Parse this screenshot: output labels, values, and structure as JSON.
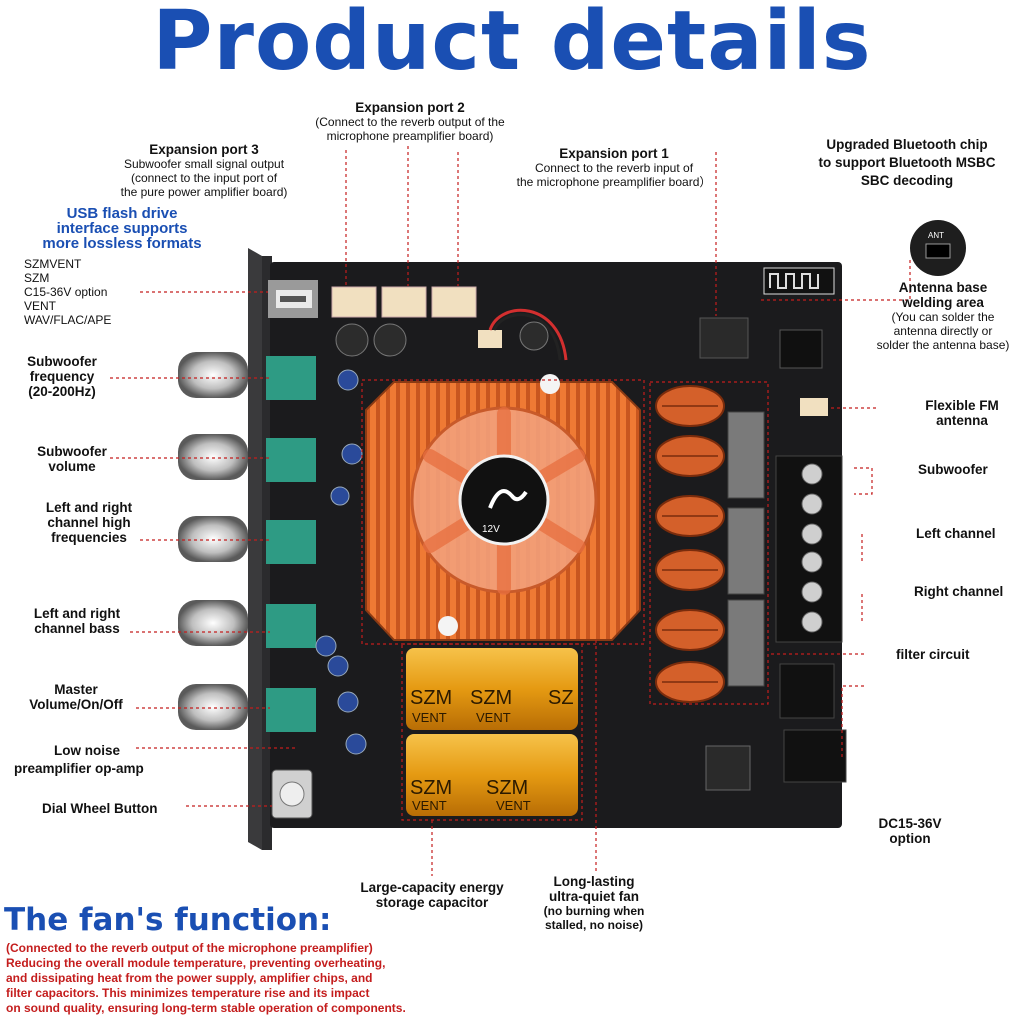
{
  "title": "Product details",
  "labels": {
    "exp2_title": "Expansion port 2",
    "exp2_desc1": "(Connect to the reverb output of the",
    "exp2_desc2": "microphone preamplifier board)",
    "exp3_title": "Expansion port 3",
    "exp3_desc1": "Subwoofer small signal output",
    "exp3_desc2": "(connect to the input port of",
    "exp3_desc3": "the pure power amplifier board)",
    "exp1_title": "Expansion port 1",
    "exp1_desc1": "Connect to the reverb input of",
    "exp1_desc2": "the microphone preamplifier board）",
    "bt_1": "Upgraded Bluetooth chip",
    "bt_2": "to support Bluetooth MSBC",
    "bt_3": "SBC decoding",
    "usb_1": "USB flash drive",
    "usb_2": "interface supports",
    "usb_3": "more lossless formats",
    "usb_list": [
      "SZMVENT",
      "SZM",
      "C15-36V option",
      "VENT",
      "WAV/FLAC/APE"
    ],
    "ant_icon_text": "ANT",
    "ant_1": "Antenna base",
    "ant_2": "welding area",
    "ant_3": "(You can solder the",
    "ant_4": "antenna directly or",
    "ant_5": "solder the antenna base)",
    "fm_1": "Flexible FM",
    "fm_2": "antenna",
    "subwoofer": "Subwoofer",
    "left_channel": "Left channel",
    "right_channel": "Right channel",
    "filter": "filter circuit",
    "dc_1": "DC15-36V",
    "dc_2": "option",
    "subfreq_1": "Subwoofer",
    "subfreq_2": "frequency",
    "subfreq_3": "(20-200Hz)",
    "subvol_1": "Subwoofer",
    "subvol_2": "volume",
    "lrhigh_1": "Left and right",
    "lrhigh_2": "channel high",
    "lrhigh_3": "frequencies",
    "lrbass_1": "Left and right",
    "lrbass_2": "channel bass",
    "master_1": "Master",
    "master_2": "Volume/On/Off",
    "lownoise_1": "Low noise",
    "lownoise_2": "preamplifier op-amp",
    "dial": "Dial Wheel Button",
    "cap_1": "Large-capacity energy",
    "cap_2": "storage capacitor",
    "fan_1": "Long-lasting",
    "fan_2": "ultra-quiet fan",
    "fan_3": "(no burning when",
    "fan_4": "stalled, no noise)"
  },
  "board": {
    "fan_label": "12V",
    "cap_text_1": "SZM",
    "cap_text_2": "VENT",
    "cap_text_3": "SZ"
  },
  "fan_function": {
    "title": "The fan's function:",
    "lines": [
      "(Connected to the reverb output of the microphone preamplifier)",
      "Reducing the overall module temperature, preventing overheating,",
      "and dissipating heat from the power supply, amplifier chips, and",
      "filter capacitors. This minimizes temperature rise and its impact",
      "on sound quality, ensuring long-term stable operation of components."
    ]
  },
  "colors": {
    "title_blue": "#1a4fb3",
    "leader_red": "#c41d1d",
    "heatsink_orange": "#e0682a",
    "capacitor_gold": "#e8a21c",
    "pcb_black": "#1b1b1d"
  }
}
